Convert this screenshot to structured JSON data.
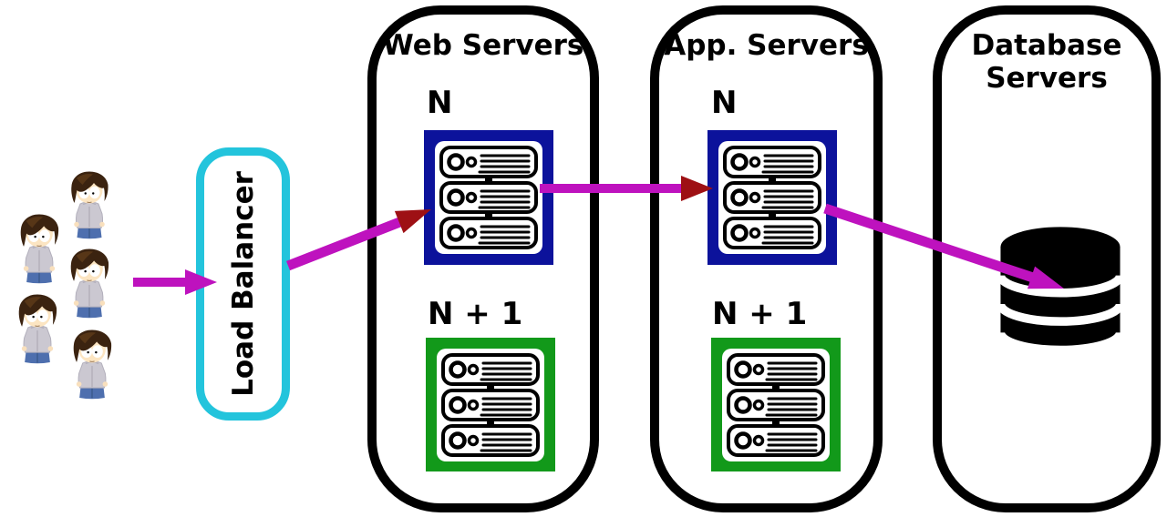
{
  "diagram": {
    "users": {
      "count": 5,
      "icon": "user-avatar",
      "hair_color": "#3B2310",
      "hoodie_color": "#CBC8D1",
      "pants_color": "#4E6FAE"
    },
    "load_balancer": {
      "label": "Load Balancer",
      "border_color": "#23C4DC"
    },
    "panels": [
      {
        "id": "web",
        "title": "Web Servers",
        "groups": [
          {
            "label": "N",
            "box_color": "#0C129B",
            "icon": "server-rack-icon"
          },
          {
            "label": "N + 1",
            "box_color": "#12991A",
            "icon": "server-rack-icon"
          }
        ]
      },
      {
        "id": "app",
        "title": "App. Servers",
        "groups": [
          {
            "label": "N",
            "box_color": "#0C129B",
            "icon": "server-rack-icon"
          },
          {
            "label": "N + 1",
            "box_color": "#12991A",
            "icon": "server-rack-icon"
          }
        ]
      },
      {
        "id": "db",
        "title_line1": "Database",
        "title_line2": "Servers",
        "icon": "database-cylinder-icon",
        "icon_color": "#000000"
      }
    ],
    "arrows": [
      {
        "name": "users-to-load-balancer",
        "shaft_color": "#BE12BE",
        "head_color": "#BE12BE"
      },
      {
        "name": "load-balancer-to-web-n",
        "shaft_color": "#BE12BE",
        "head_color": "#9E1014"
      },
      {
        "name": "web-n-to-app-n",
        "shaft_color": "#BE12BE",
        "head_color": "#9E1014"
      },
      {
        "name": "app-n-to-database",
        "shaft_color": "#BE12BE",
        "head_color": "#BE12BE"
      }
    ]
  }
}
